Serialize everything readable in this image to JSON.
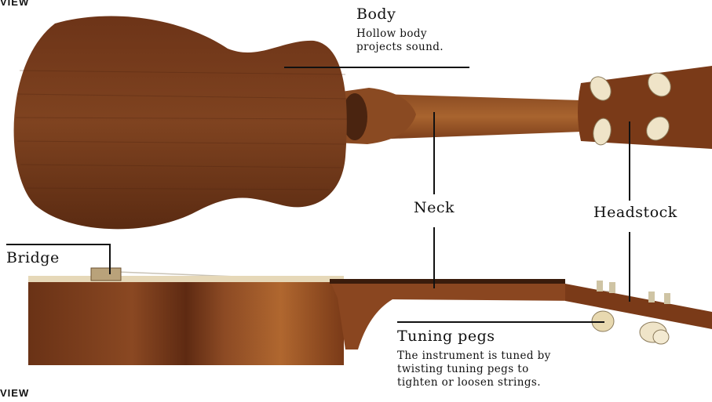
{
  "views": {
    "top": "VIEW",
    "bottom": "VIEW"
  },
  "labels": {
    "body": {
      "title": "Body",
      "desc": [
        "Hollow body",
        "projects sound."
      ]
    },
    "neck": {
      "title": "Neck"
    },
    "headstock": {
      "title": "Headstock"
    },
    "bridge": {
      "title": "Bridge"
    },
    "tuning_pegs": {
      "title": "Tuning pegs",
      "desc": [
        "The instrument is tuned by",
        "twisting tuning pegs to",
        "tighten or loosen strings."
      ]
    }
  },
  "colors": {
    "wood_dark": "#5a2d14",
    "wood_mid": "#7a3e1c",
    "wood_light": "#a5642f",
    "peg": "#efe4c8"
  }
}
